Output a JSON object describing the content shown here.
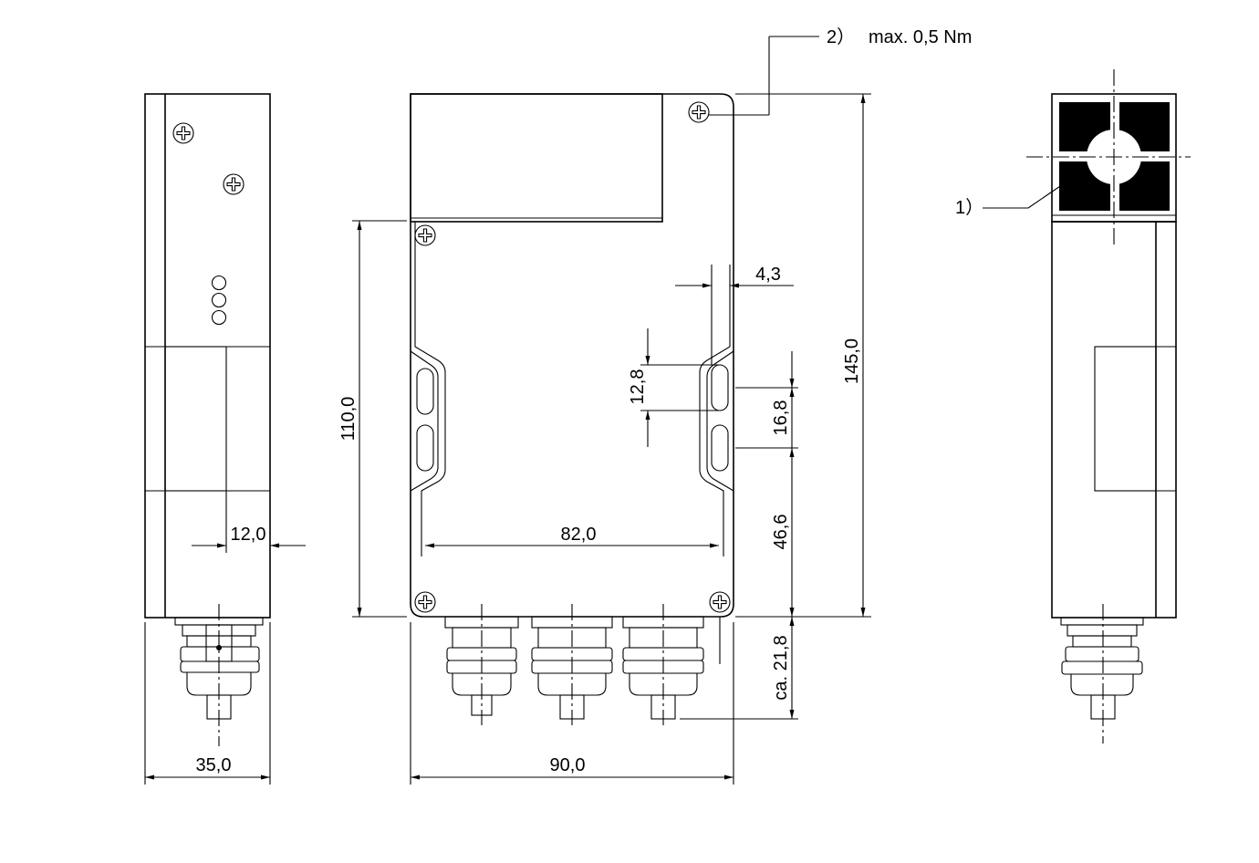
{
  "annotations": {
    "note_2_marker": "2）",
    "note_2_text": "max. 0,5 Nm",
    "note_1_marker": "1）"
  },
  "dimensions": {
    "side_width": "35,0",
    "side_offset": "12,0",
    "front_width": "90,0",
    "hole_spacing_horizontal": "82,0",
    "front_height_total": "145,0",
    "front_height_body": "110,0",
    "slot_length": "12,8",
    "slot_pitch": "16,8",
    "edge_offset": "4,3",
    "slot_to_bottom": "46,6",
    "gland_length": "ca. 21,8"
  }
}
